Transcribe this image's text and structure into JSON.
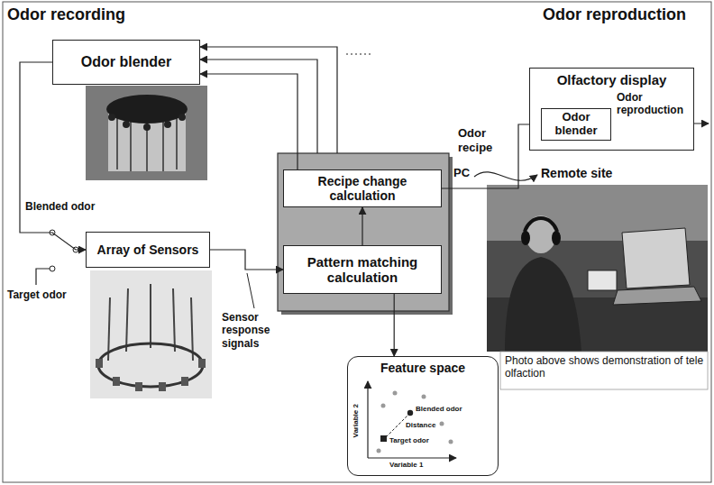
{
  "diagram": {
    "nodes": [
      {
        "text": [
          "Odor blender"
        ]
      },
      {
        "text": [
          "Array of Sensors"
        ]
      },
      {
        "text": [
          "Recipe change calculation"
        ]
      },
      {
        "text": [
          "Pattern matching calculation"
        ]
      },
      {
        "text": [
          "Feature space"
        ]
      },
      {
        "text": [
          "Olfactory display"
        ]
      },
      {
        "text": [
          "Odor blender"
        ],
        "in": 5
      }
    ],
    "edges": [
      {
        "from": 2,
        "to": 0,
        "arrow": "to"
      },
      {
        "from": 0,
        "to": 1,
        "arrow": "to"
      },
      {
        "from": 1,
        "to": 3,
        "arrow": "to"
      },
      {
        "from": 3,
        "to": 2,
        "arrow": "to"
      },
      {
        "from": 3,
        "to": 4,
        "arrow": "to"
      },
      {
        "from": 2,
        "to": 6,
        "arrow": "to"
      }
    ],
    "labels": [
      "Odor recording",
      "Odor reproduction",
      "Blended odor",
      "Target odor",
      "Sensor response signals",
      "Odor recipe",
      "PC",
      "Remote site",
      "Odor reproduction",
      "Photo above shows demonstration of tele olfaction",
      "Variable 2",
      "Variable 1",
      "Blended odor",
      "Distance",
      "Target odor"
    ]
  }
}
